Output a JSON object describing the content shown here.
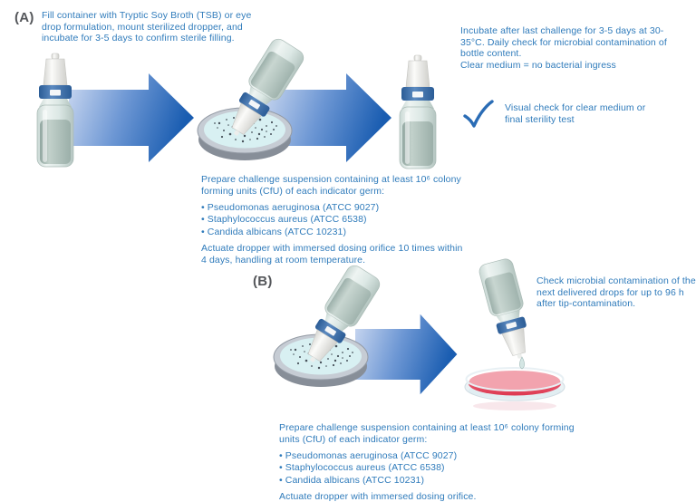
{
  "colors": {
    "text_blue": "#2f7bbb",
    "label_gray": "#54565a",
    "arrow_dark": "#1a5db1",
    "arrow_light": "#ccd9f1",
    "collar_blue": "#3a72b0",
    "dish_suspension": "#d8f0f2",
    "dish_pink": "#e64a5e"
  },
  "part_a": {
    "label": "(A)",
    "step1_text": "Fill container with Tryptic Soy Broth (TSB) or eye drop formulation, mount sterilized dropper, and incubate for 3-5 days to confirm sterile filling.",
    "incubate_text": "Incubate after last challenge for 3-5 days at 30-35°C. Daily check for microbial contamination of bottle content.",
    "clear_medium_text": "Clear medium = no bacterial ingress",
    "visual_check_text": "Visual check for clear medium or final sterility test",
    "prepare_text": "Prepare challenge suspension containing at least 10⁶ colony forming units (CfU) of each indicator germ:",
    "germs": [
      "• Pseudomonas aeruginosa (ATCC 9027)",
      "• Staphylococcus aureus (ATCC 6538)",
      "• Candida albicans (ATCC 10231)"
    ],
    "actuate_text": "Actuate dropper with immersed dosing orifice 10 times within 4 days, handling at room temperature."
  },
  "part_b": {
    "label": "(B)",
    "check_drops_text": "Check microbial contamination of the next delivered drops for up to 96 h after tip-contamination.",
    "prepare_text": "Prepare challenge suspension containing at least 10⁶ colony forming units (CfU) of each indicator germ:",
    "germs": [
      "• Pseudomonas aeruginosa (ATCC 9027)",
      "• Staphylococcus aureus (ATCC 6538)",
      "• Candida albicans (ATCC 10231)"
    ],
    "actuate_text": "Actuate dropper with immersed dosing orifice."
  }
}
